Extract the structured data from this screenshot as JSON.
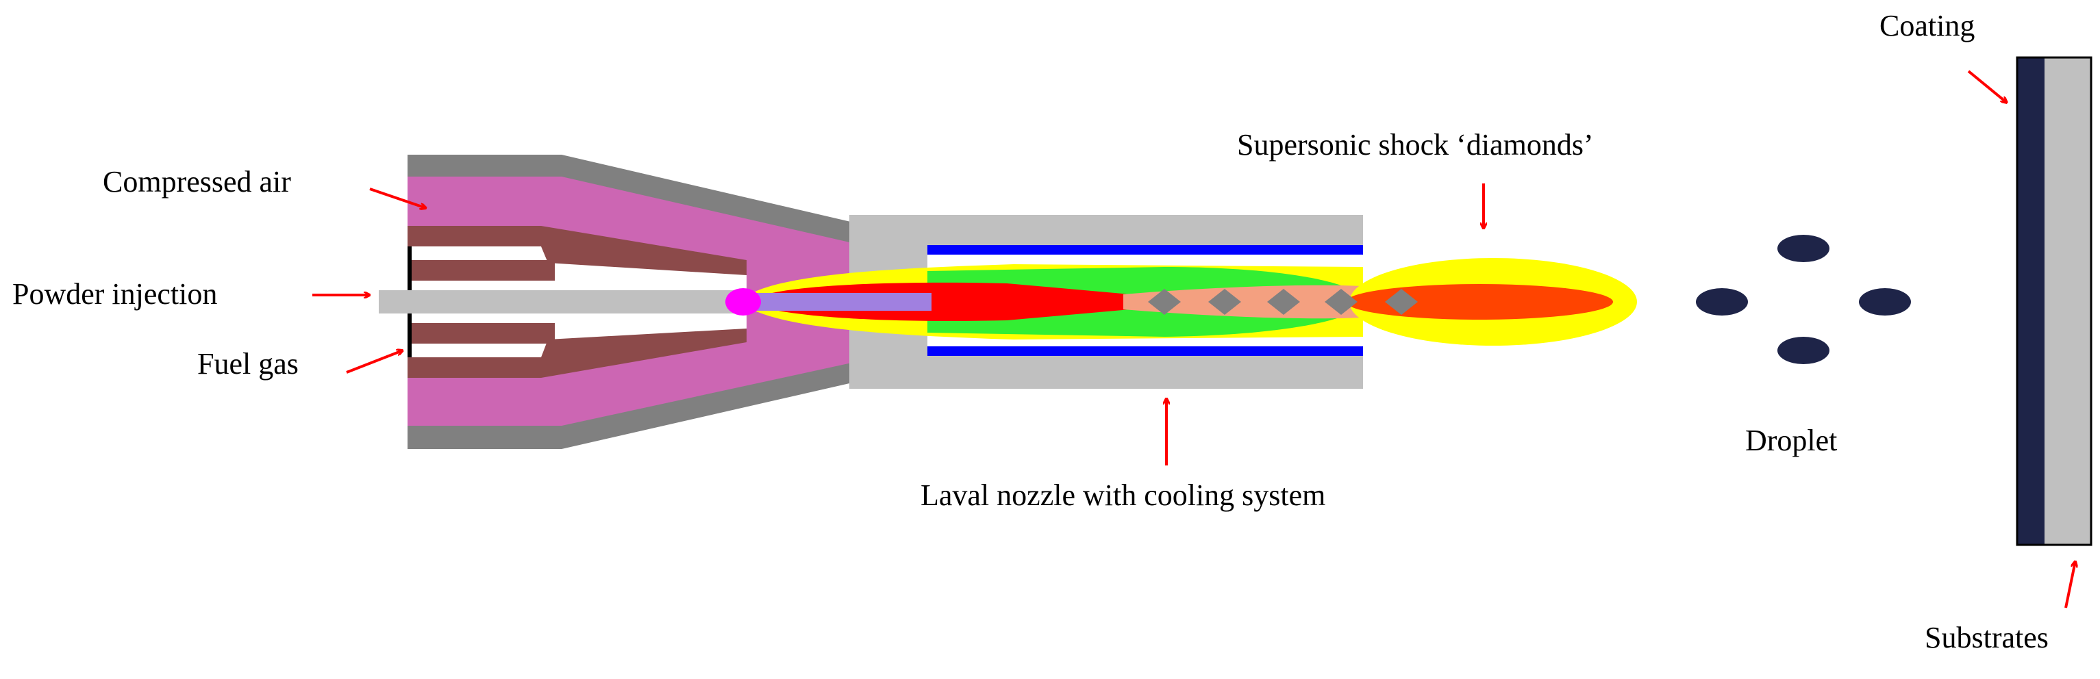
{
  "labels": {
    "compressed_air": "Compressed air",
    "powder_injection": "Powder injection",
    "fuel_gas": "Fuel gas",
    "shock_diamonds": "Supersonic shock ‘diamonds’",
    "laval_nozzle": "Laval nozzle with cooling system",
    "droplet": "Droplet",
    "coating": "Coating",
    "substrates": "Substrates"
  },
  "colors": {
    "arrow": "#ff0000",
    "casing": "#808080",
    "compressed_air": "#cc66b3",
    "fuel_chamber": "#8c4a4a",
    "powder_tube": "#c0c0c0",
    "nozzle_body": "#c0c0c0",
    "cooling_channel": "#0000ff",
    "flame_outer": "#ffff00",
    "flame_green": "#33ee33",
    "flame_core": "#ff0000",
    "flame_orange": "#ff4400",
    "shock_zone": "#f4a080",
    "shock_diamond": "#808080",
    "particle": "#ff00ff",
    "powder_stream": "#a080e0",
    "droplet": "#1e2448",
    "coating": "#1e2448",
    "substrate": "#c0c0c0"
  }
}
